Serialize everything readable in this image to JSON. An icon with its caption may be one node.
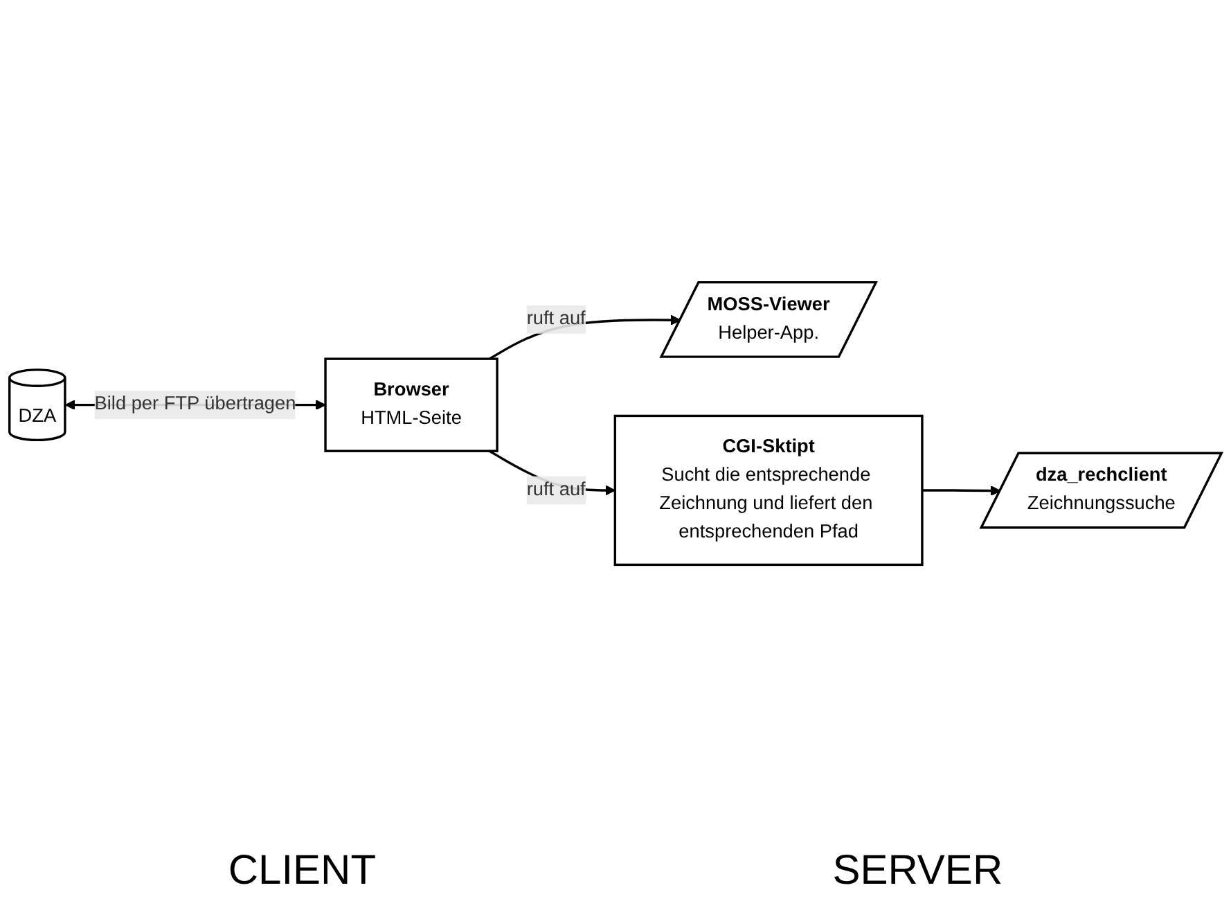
{
  "diagram": {
    "nodes": [
      {
        "text": [
          "MOSS-Viewer",
          "Helper-App."
        ]
      },
      {
        "text": [
          "Browser",
          "HTML-Seite"
        ]
      },
      {
        "text": [
          "DZA"
        ]
      },
      {
        "text": [
          "CGI-Sktipt",
          "Sucht die entsprechende Zeichnung und liefert den entsprechenden Pfad"
        ]
      },
      {
        "text": [
          "dza_rechclient",
          "Zeichnungssuche"
        ]
      }
    ],
    "edges": [
      {
        "from": 1,
        "to": 0,
        "arrow": "to",
        "label": "ruft auf"
      },
      {
        "from": 2,
        "to": 1,
        "arrow": "both",
        "label": "Bild per FTP übertragen"
      },
      {
        "from": 1,
        "to": 3,
        "arrow": "to",
        "label": "ruft auf"
      },
      {
        "from": 3,
        "to": 4,
        "arrow": "to"
      }
    ],
    "labels": [
      "CLIENT",
      "SERVER"
    ]
  }
}
